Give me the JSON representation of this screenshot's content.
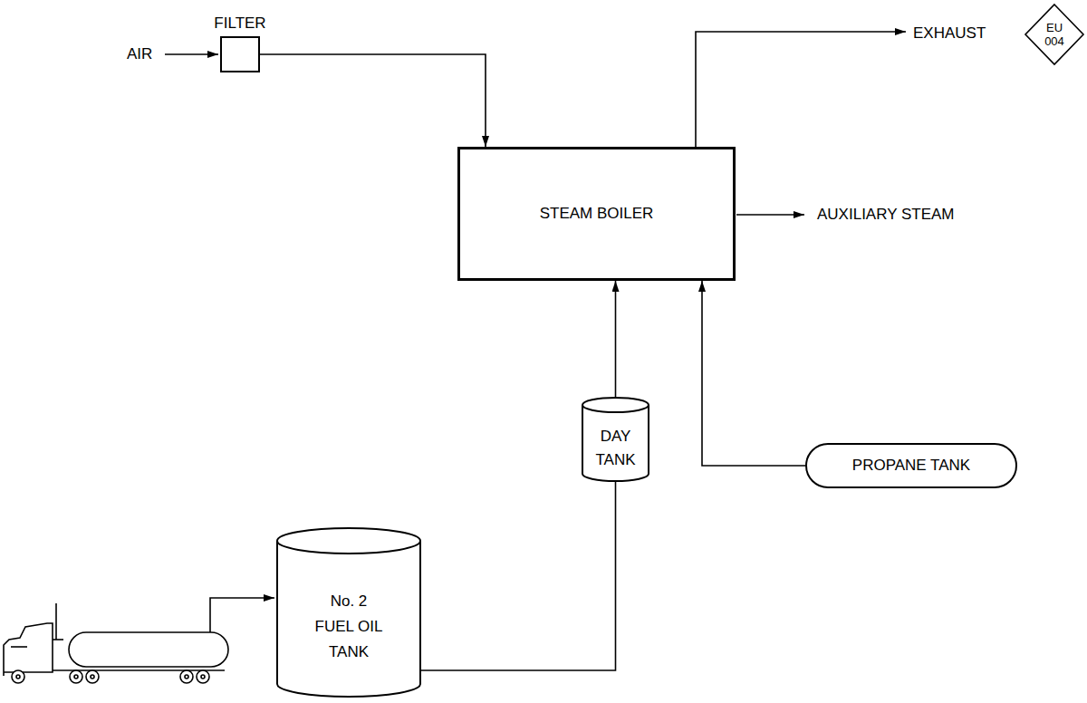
{
  "diagram": {
    "nodes": [
      {
        "text": [
          "FILTER"
        ]
      },
      {
        "text": [
          "EU 004"
        ]
      },
      {
        "text": [
          "STEAM BOILER"
        ]
      },
      {
        "text": [
          "DAY TANK"
        ]
      },
      {
        "text": [
          "PROPANE TANK"
        ]
      },
      {
        "text": [
          "No. 2 FUEL OIL TANK"
        ]
      }
    ],
    "edges": [
      {
        "from": 0,
        "to": 2,
        "arrow": "to"
      },
      {
        "from": 3,
        "to": 2,
        "arrow": "to"
      },
      {
        "from": 4,
        "to": 2,
        "arrow": "to"
      },
      {
        "from": 5,
        "to": 3,
        "arrow": "none"
      }
    ],
    "labels": [
      "AIR",
      "EXHAUST",
      "AUXILIARY STEAM"
    ]
  }
}
